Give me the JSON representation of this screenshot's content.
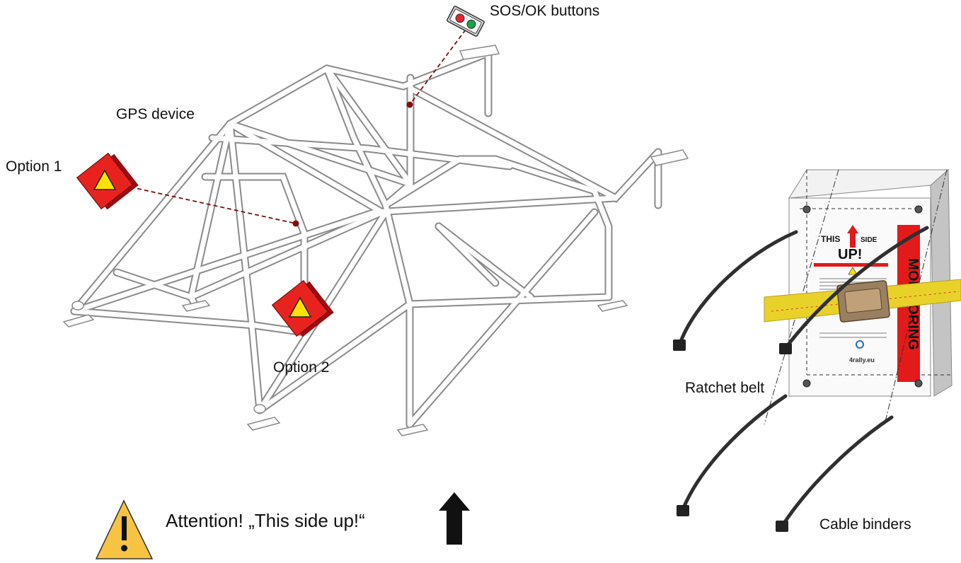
{
  "labels": {
    "gps_device": "GPS device",
    "option_1": "Option 1",
    "option_2": "Option 2",
    "sos_ok_buttons": "SOS/OK buttons",
    "ratchet_belt": "Ratchet belt",
    "cable_binders": "Cable binders",
    "attention": "Attention! „This side up!“"
  },
  "box_print": {
    "this": "THIS",
    "side": "SIDE",
    "up": "UP!",
    "brand_vertical": "MONITORING",
    "sponsor": "4rally.eu"
  },
  "colors": {
    "device_red": "#e8231f",
    "device_dark_red": "#9b0d0d",
    "warning_yellow": "#f6c342",
    "triangle_yellow": "#ffe100",
    "leader_line": "#7a1010",
    "belt_yellow": "#e8d22a",
    "button_red": "#e8232a",
    "button_green": "#19a34a"
  },
  "icons": {
    "device": "warning-device-icon",
    "buttons": "sos-ok-buttons-icon",
    "warning": "warning-triangle-icon",
    "arrow": "up-arrow-icon"
  }
}
